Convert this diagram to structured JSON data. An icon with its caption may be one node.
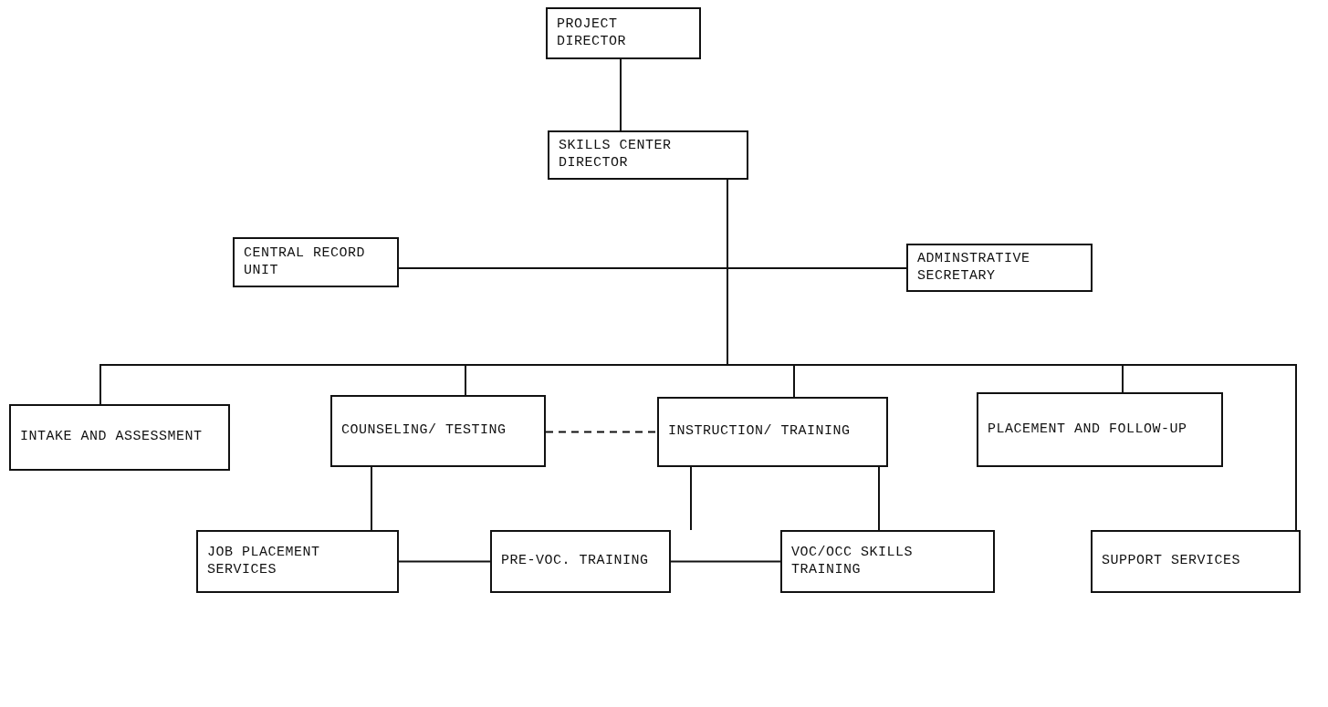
{
  "diagram": {
    "nodes": [
      {
        "text": [
          "PROJECT DIRECTOR"
        ]
      },
      {
        "text": [
          "SKILLS CENTER DIRECTOR"
        ]
      },
      {
        "text": [
          "CENTRAL RECORD UNIT"
        ]
      },
      {
        "text": [
          "ADMINSTRATIVE SECRETARY"
        ]
      },
      {
        "text": [
          "INTAKE AND ASSESSMENT"
        ]
      },
      {
        "text": [
          "COUNSELING/ TESTING"
        ]
      },
      {
        "text": [
          "INSTRUCTION/ TRAINING"
        ]
      },
      {
        "text": [
          "PLACEMENT AND FOLLOW-UP"
        ]
      },
      {
        "text": [
          "JOB PLACEMENT SERVICES"
        ]
      },
      {
        "text": [
          "PRE-VOC. TRAINING"
        ]
      },
      {
        "text": [
          "VOC/OCC SKILLS TRAINING"
        ]
      },
      {
        "text": [
          "SUPPORT SERVICES"
        ]
      }
    ],
    "edges": [
      {
        "from": 0,
        "to": 1,
        "arrow": "none"
      },
      {
        "from": 1,
        "to": 2,
        "arrow": "none"
      },
      {
        "from": 1,
        "to": 3,
        "arrow": "none"
      },
      {
        "from": 1,
        "to": 4,
        "arrow": "none"
      },
      {
        "from": 1,
        "to": 5,
        "arrow": "none"
      },
      {
        "from": 1,
        "to": 6,
        "arrow": "none"
      },
      {
        "from": 1,
        "to": 7,
        "arrow": "none"
      },
      {
        "from": 1,
        "to": 11,
        "arrow": "none"
      },
      {
        "from": 5,
        "to": 6,
        "arrow": "none",
        "style": "dashed"
      },
      {
        "from": 5,
        "to": 8,
        "arrow": "none"
      },
      {
        "from": 6,
        "to": 9,
        "arrow": "none"
      },
      {
        "from": 6,
        "to": 10,
        "arrow": "none"
      },
      {
        "from": 8,
        "to": 9,
        "arrow": "none"
      },
      {
        "from": 9,
        "to": 10,
        "arrow": "none"
      }
    ]
  }
}
